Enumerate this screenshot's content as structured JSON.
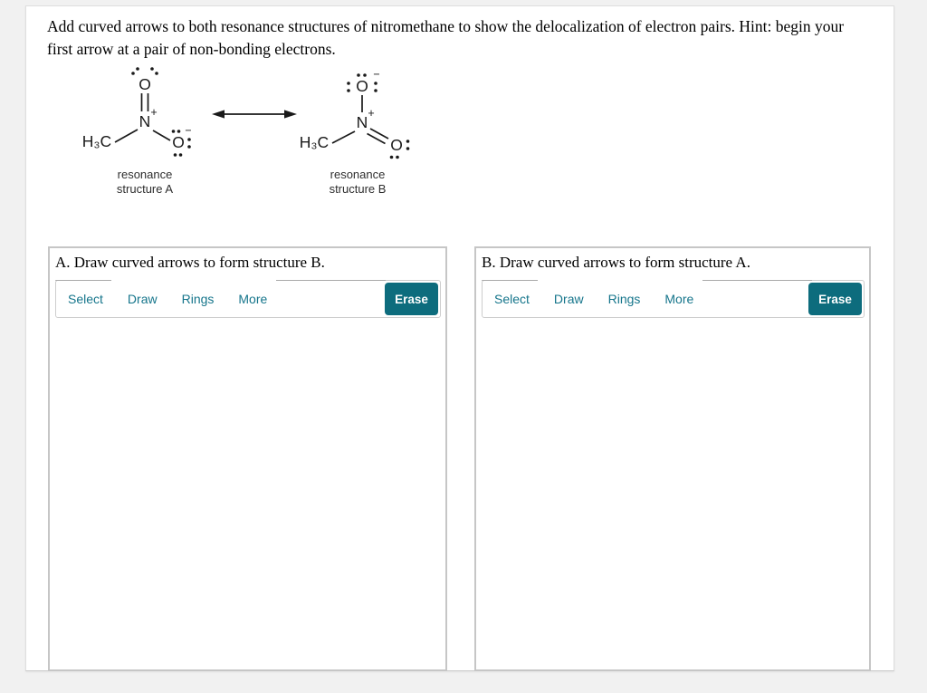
{
  "window": {
    "background": "#f1f1f1",
    "card_background": "#ffffff"
  },
  "question": {
    "line1": "Add curved arrows to both resonance structures of nitromethane to show the delocalization of electron pairs. Hint: begin your",
    "line2": "first arrow at a pair of non-bonding electrons."
  },
  "molecule": {
    "structure_a": {
      "methyl": "H₃C",
      "nitrogen": "N",
      "nitrogen_charge": "+",
      "top_oxygen": "O",
      "right_oxygen": "O",
      "right_oxygen_charge": "−",
      "caption_line1": "resonance",
      "caption_line2": "structure A"
    },
    "structure_b": {
      "methyl": "H₃C",
      "nitrogen": "N",
      "nitrogen_charge": "+",
      "top_oxygen": "O",
      "top_oxygen_charge": "−",
      "right_oxygen": "O",
      "caption_line1": "resonance",
      "caption_line2": "structure B"
    }
  },
  "panels": [
    {
      "title": "A. Draw curved arrows to form structure B.",
      "tools": [
        "Select",
        "Draw",
        "Rings",
        "More"
      ],
      "erase_label": "Erase"
    },
    {
      "title": "B. Draw curved arrows to form structure A.",
      "tools": [
        "Select",
        "Draw",
        "Rings",
        "More"
      ],
      "erase_label": "Erase"
    }
  ],
  "colors": {
    "tool_link": "#15758b",
    "erase_background": "#0d6c7d",
    "panel_border": "#c6c6c6",
    "toolbar_border": "#cdcdcd"
  }
}
